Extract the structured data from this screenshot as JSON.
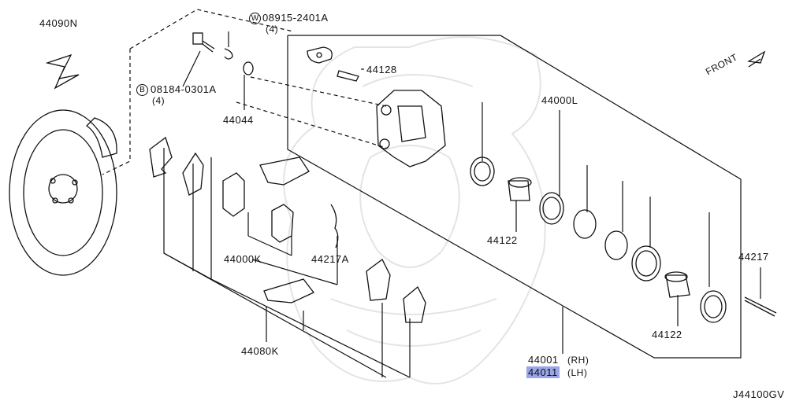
{
  "diagram_code": "J44100GV",
  "front_label": "FRONT",
  "parts": [
    {
      "id": "p44090N",
      "text": "44090N"
    },
    {
      "id": "p08915",
      "prefix": "W",
      "text": "08915-2401A",
      "qty": "(4)"
    },
    {
      "id": "p08184",
      "prefix": "B",
      "text": "08184-0301A",
      "qty": "(4)"
    },
    {
      "id": "p44044",
      "text": "44044"
    },
    {
      "id": "p44128",
      "text": "44128"
    },
    {
      "id": "p44000L",
      "text": "44000L"
    },
    {
      "id": "p44122a",
      "text": "44122"
    },
    {
      "id": "p44122b",
      "text": "44122"
    },
    {
      "id": "p44000K",
      "text": "44000K"
    },
    {
      "id": "p44217A",
      "text": "44217A"
    },
    {
      "id": "p44217",
      "text": "44217"
    },
    {
      "id": "p44080K",
      "text": "44080K"
    },
    {
      "id": "p44001",
      "text": "44001",
      "side": "(RH)"
    },
    {
      "id": "p44011",
      "text": "44011",
      "side": "(LH)",
      "highlighted": true
    }
  ],
  "colors": {
    "line": "#111111",
    "highlight": "#9aa6e8",
    "watermark": "#e6e6e6"
  }
}
